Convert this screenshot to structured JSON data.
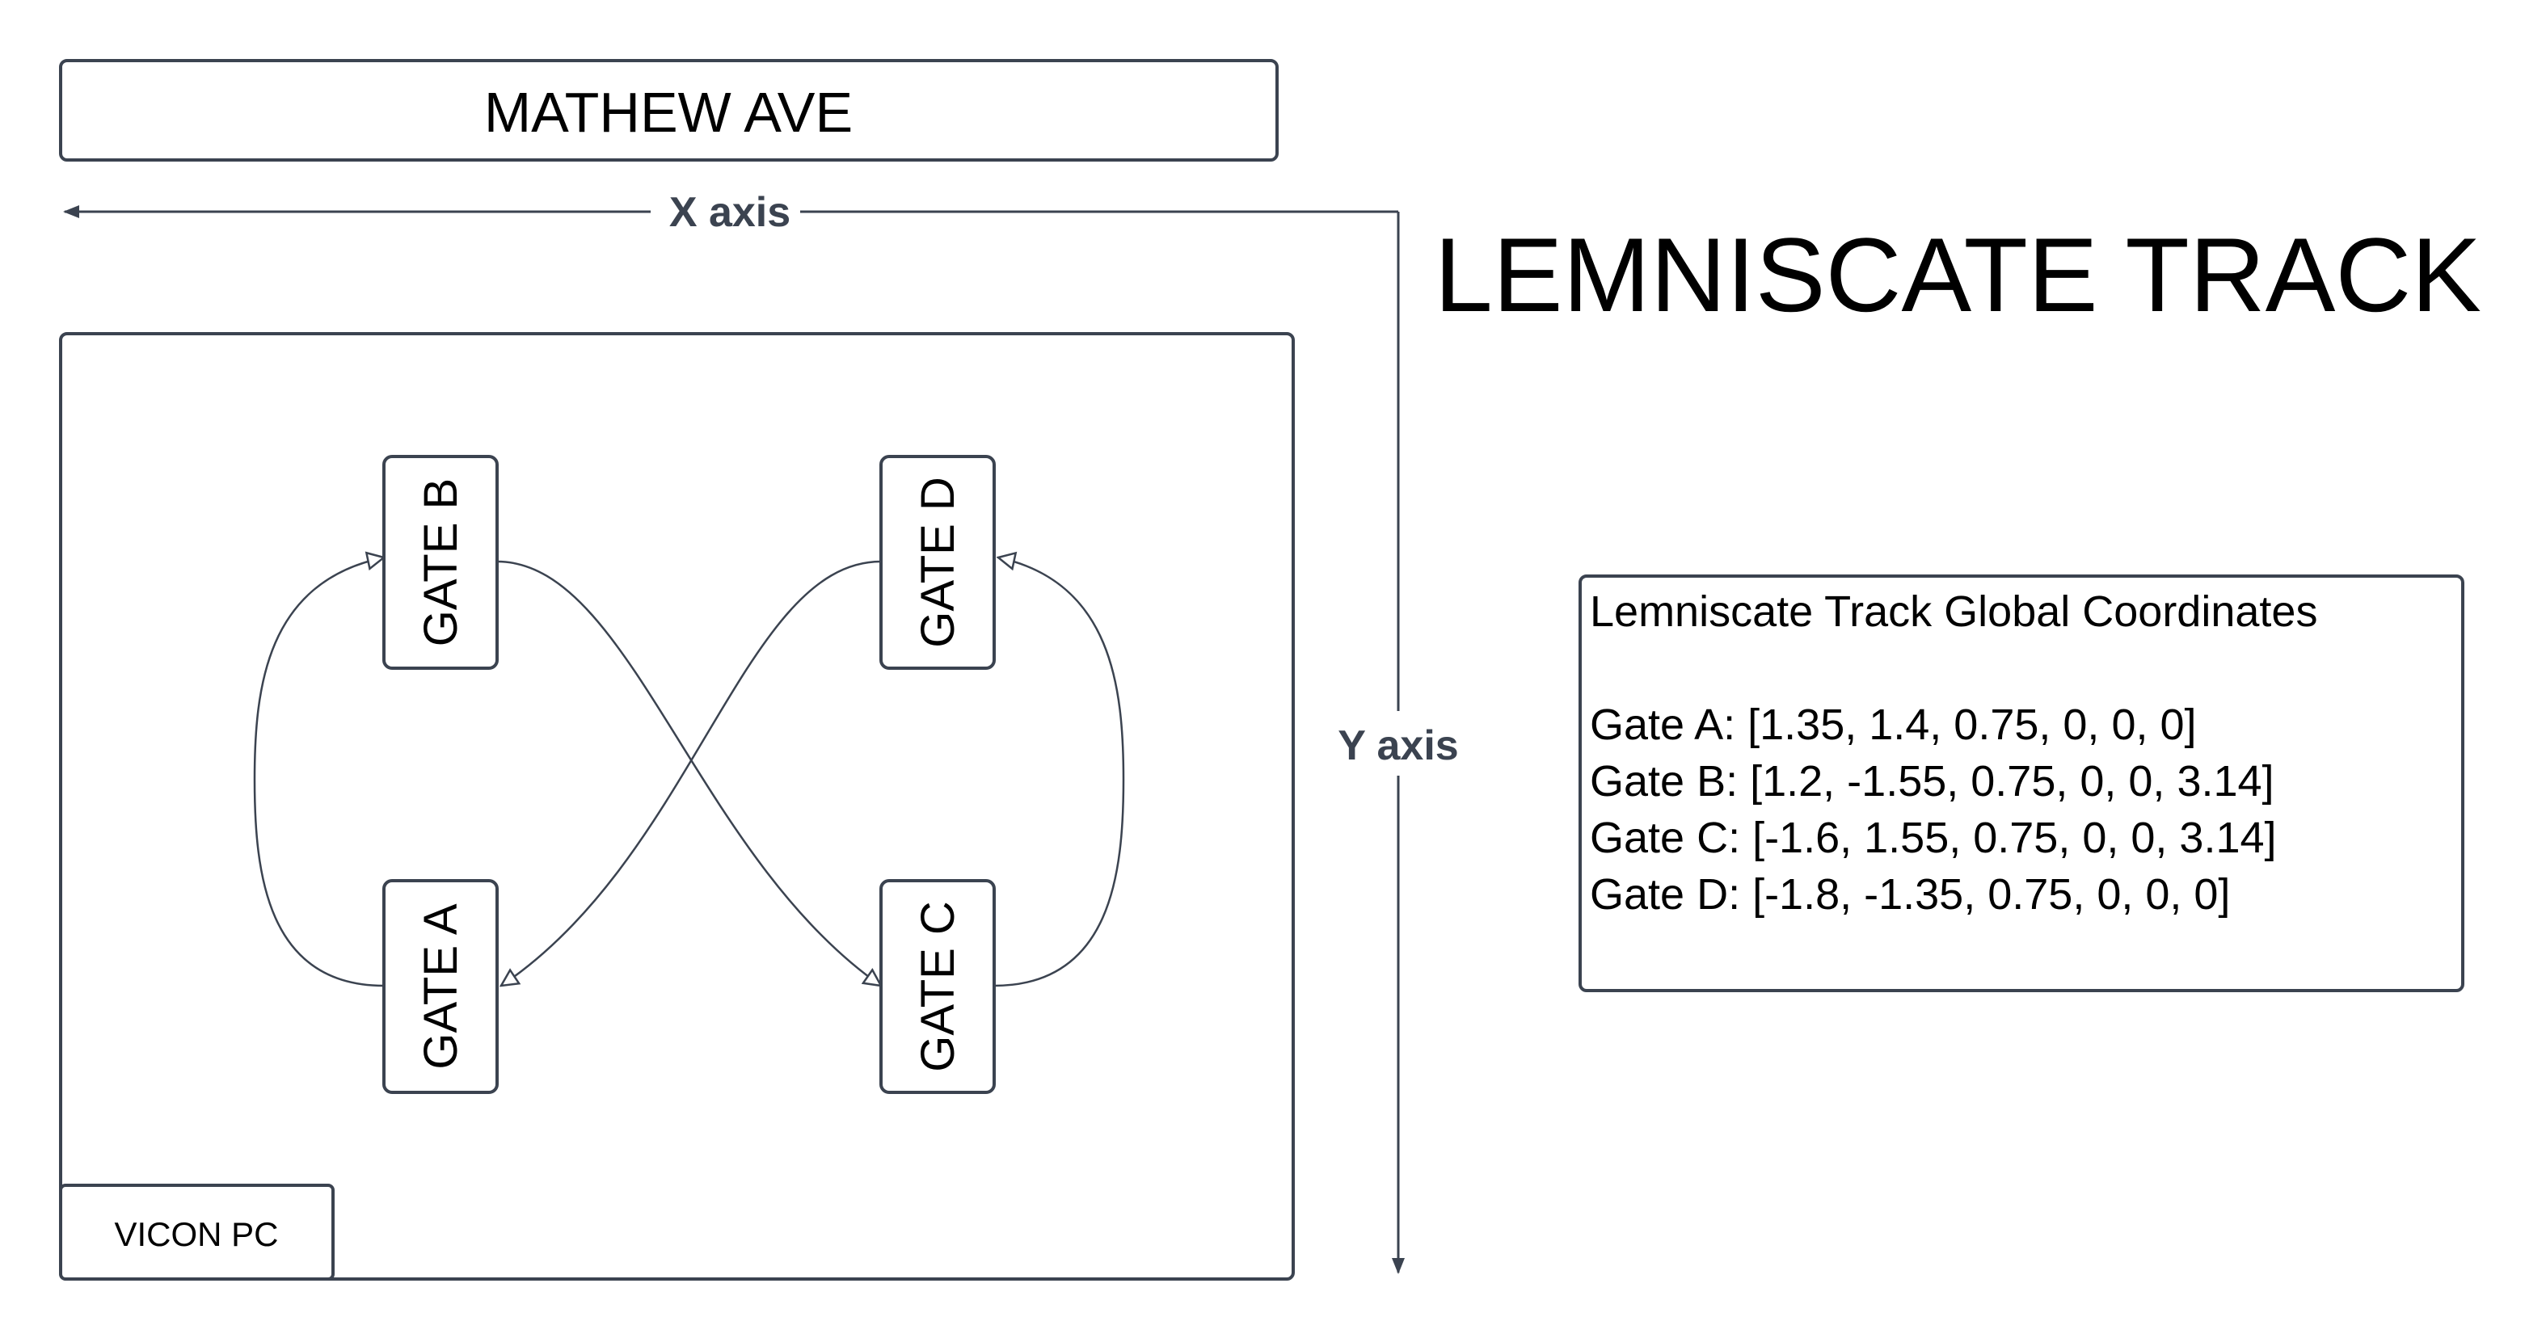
{
  "street": {
    "label": "MATHEW AVE"
  },
  "axes": {
    "x_label": "X axis",
    "y_label": "Y axis"
  },
  "title": "LEMNISCATE TRACK",
  "room": {
    "gates": {
      "a": "GATE A",
      "b": "GATE B",
      "c": "GATE C",
      "d": "GATE D"
    },
    "vicon_label": "VICON PC"
  },
  "coordinates": {
    "heading": "Lemniscate Track Global Coordinates",
    "lines": [
      "Gate A: [1.35, 1.4, 0.75, 0, 0, 0]",
      "Gate B: [1.2, -1.55, 0.75, 0, 0, 3.14]",
      "Gate C: [-1.6, 1.55, 0.75, 0, 0, 3.14]",
      "Gate D: [-1.8, -1.35, 0.75, 0, 0, 0]"
    ]
  },
  "colors": {
    "stroke": "#3b4350",
    "text": "#000000",
    "background": "#ffffff"
  }
}
